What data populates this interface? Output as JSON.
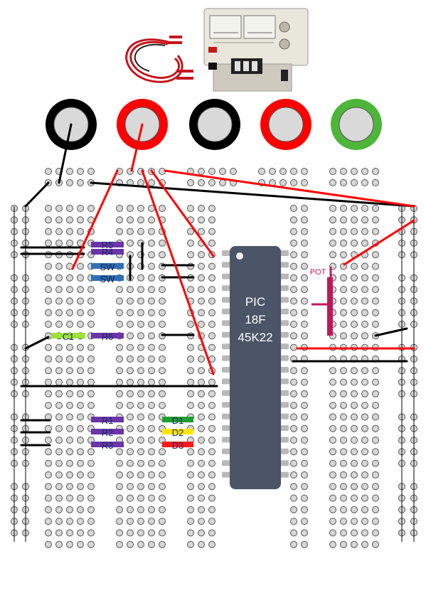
{
  "equipment": {
    "psu_icon": "bench-power-supply",
    "leads_icon": "red-black-test-leads"
  },
  "terminals": [
    {
      "name": "terminal-black-1",
      "color": "#000000"
    },
    {
      "name": "terminal-red-1",
      "color": "#ff0000"
    },
    {
      "name": "terminal-black-2",
      "color": "#000000"
    },
    {
      "name": "terminal-red-2",
      "color": "#ff0000"
    },
    {
      "name": "terminal-green",
      "color": "#4db53a"
    }
  ],
  "colors": {
    "red_wire": "#ff0000",
    "black_wire": "#000000",
    "chip_body": "#4b5567",
    "chip_text": "#ffffff",
    "hole_fill": "#d7d7d7",
    "hole_stroke": "#555555",
    "resistor": "#6a35a8",
    "switch": "#2f6fb5",
    "capacitor": "#9fe03a",
    "pot": "#c0175a",
    "led_green": "#1e9e2e",
    "led_yellow": "#ffe600",
    "led_red": "#ff1a1a"
  },
  "chip": {
    "lines": [
      "PIC",
      "18F",
      "45K22"
    ]
  },
  "components": {
    "r5": "R5",
    "r4": "R4",
    "sw1": "SW",
    "sw2": "SW",
    "c1": "C1",
    "r6": "R6",
    "r1": "R1",
    "r2": "R2",
    "r3": "R3",
    "d1": "D1",
    "d2": "D2",
    "d3": "D3",
    "pot": "POT"
  }
}
